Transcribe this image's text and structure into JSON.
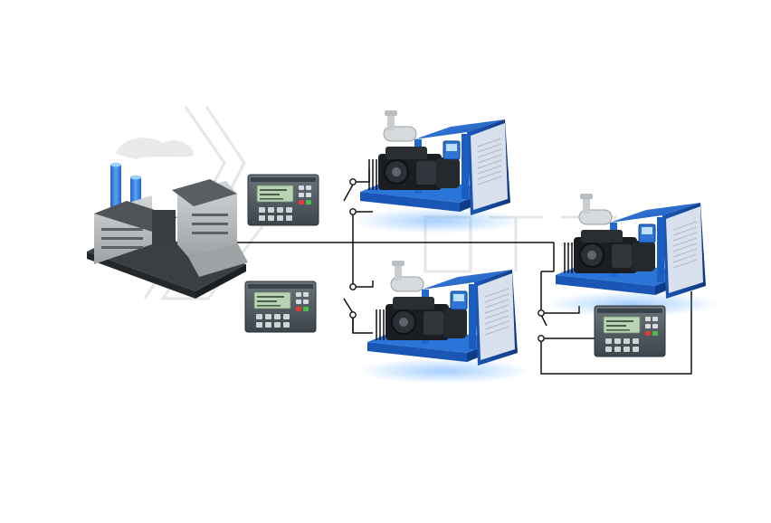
{
  "diagram": {
    "watermark": "decorative-logo-watermark",
    "factory": {
      "icon": "factory-icon"
    },
    "generators": [
      {
        "id": "generator-1",
        "icon": "diesel-generator-icon"
      },
      {
        "id": "generator-2",
        "icon": "diesel-generator-icon"
      },
      {
        "id": "generator-3",
        "icon": "diesel-generator-icon"
      }
    ],
    "controllers": [
      {
        "id": "controller-1",
        "icon": "control-panel-icon",
        "label": ""
      },
      {
        "id": "controller-2",
        "icon": "control-panel-icon",
        "label": ""
      },
      {
        "id": "controller-3",
        "icon": "control-panel-icon",
        "label": ""
      }
    ],
    "colors": {
      "generator_frame": "#1f63c6",
      "generator_dark": "#123f8c",
      "controller_body": "#4f5960",
      "controller_screen": "#b9d3b5",
      "factory_wall": "#b9bcbf",
      "factory_roof": "#5b6064",
      "chimney": "#2f7de3",
      "bus_line": "#111111"
    }
  }
}
